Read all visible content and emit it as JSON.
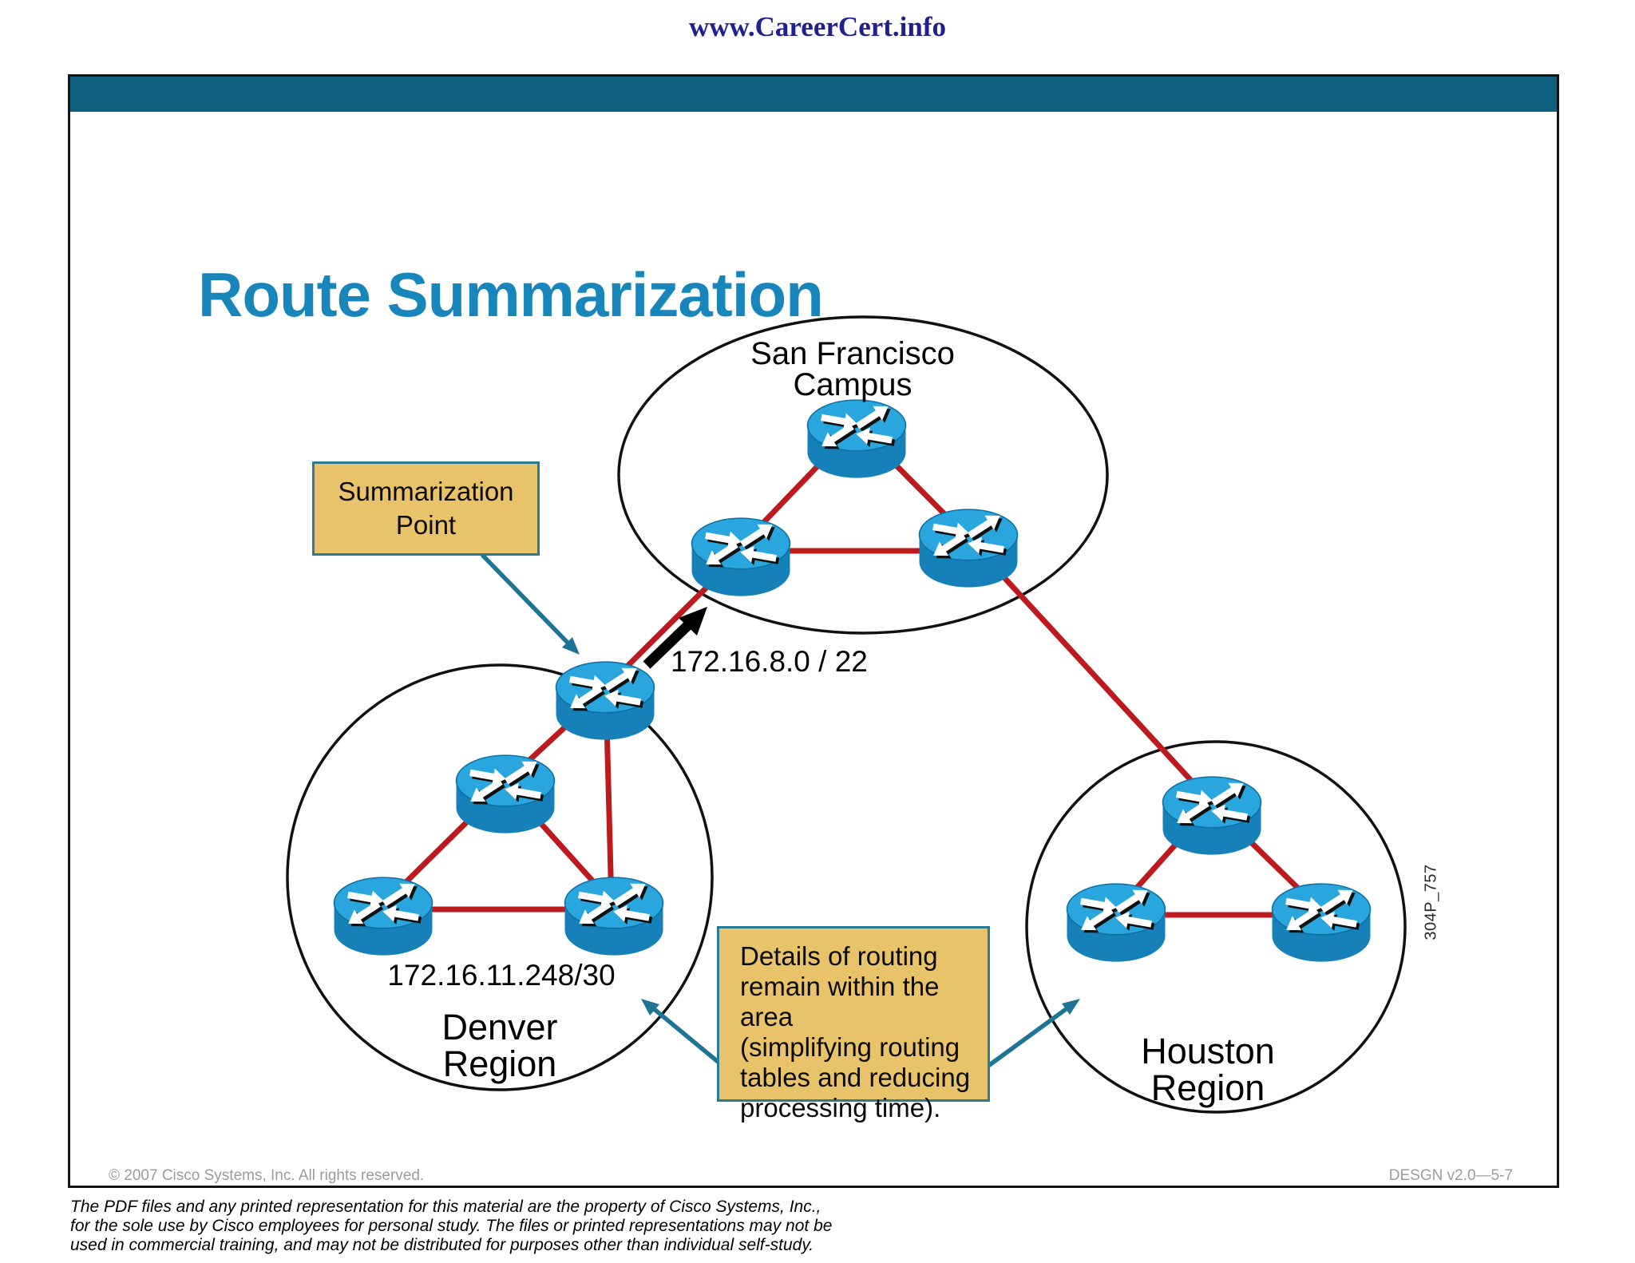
{
  "page": {
    "header": "www.CareerCert.info",
    "disclaimer": "The PDF files and any printed representation for this material are the property of Cisco Systems, Inc.,\nfor the sole use by Cisco employees for personal study. The files or printed representations may not be\nused in commercial training, and may not be distributed for purposes other than individual self-study."
  },
  "slide": {
    "title": "Route Summarization",
    "copyright": "© 2007 Cisco Systems, Inc. All rights reserved.",
    "doc_code": "DESGN v2.0—5-7",
    "figure_id": "304P_757"
  },
  "diagram": {
    "regions": [
      {
        "name": "San Francisco Campus",
        "label": "San Francisco\nCampus",
        "router_count": 3
      },
      {
        "name": "Denver Region",
        "label": "Denver\nRegion",
        "subnet_label": "172.16.11.248/30",
        "router_count": 4
      },
      {
        "name": "Houston Region",
        "label": "Houston\nRegion",
        "router_count": 3
      }
    ],
    "callouts": [
      {
        "id": "summarization-point",
        "text": "Summarization\nPoint"
      },
      {
        "id": "details",
        "text": "Details of routing\nremain within the area\n (simplifying routing\ntables and reducing\nprocessing time)."
      }
    ],
    "summary_route_label": "172.16.8.0 / 22",
    "colors": {
      "header_bar": "#0f617f",
      "title": "#1886ba",
      "callout_fill": "#e9c369",
      "callout_border": "#2b7b97",
      "link_red": "#bd1a1e",
      "callout_arrow": "#1e7495",
      "router_top": "#2aa6df",
      "router_side": "#1681b8",
      "header_text": "#20208f"
    }
  }
}
